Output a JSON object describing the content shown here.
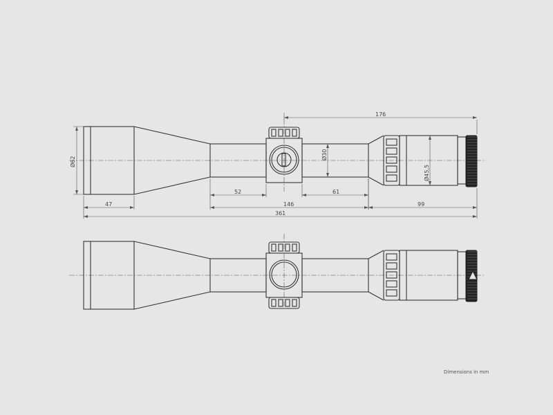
{
  "dimensions": {
    "objective_diameter": "Ø62",
    "objective_length": "47",
    "front_tube_length": "52",
    "rear_tube_length": "61",
    "tube_section_length": "146",
    "ocular_length": "99",
    "overall_length": "361",
    "turret_to_eyepiece": "176",
    "tube_diameter": "Ø30",
    "ocular_diameter": "Ø45,5"
  },
  "note": "Dimensions in mm",
  "colors": {
    "background": "#e6e6e6",
    "line": "#333333"
  }
}
